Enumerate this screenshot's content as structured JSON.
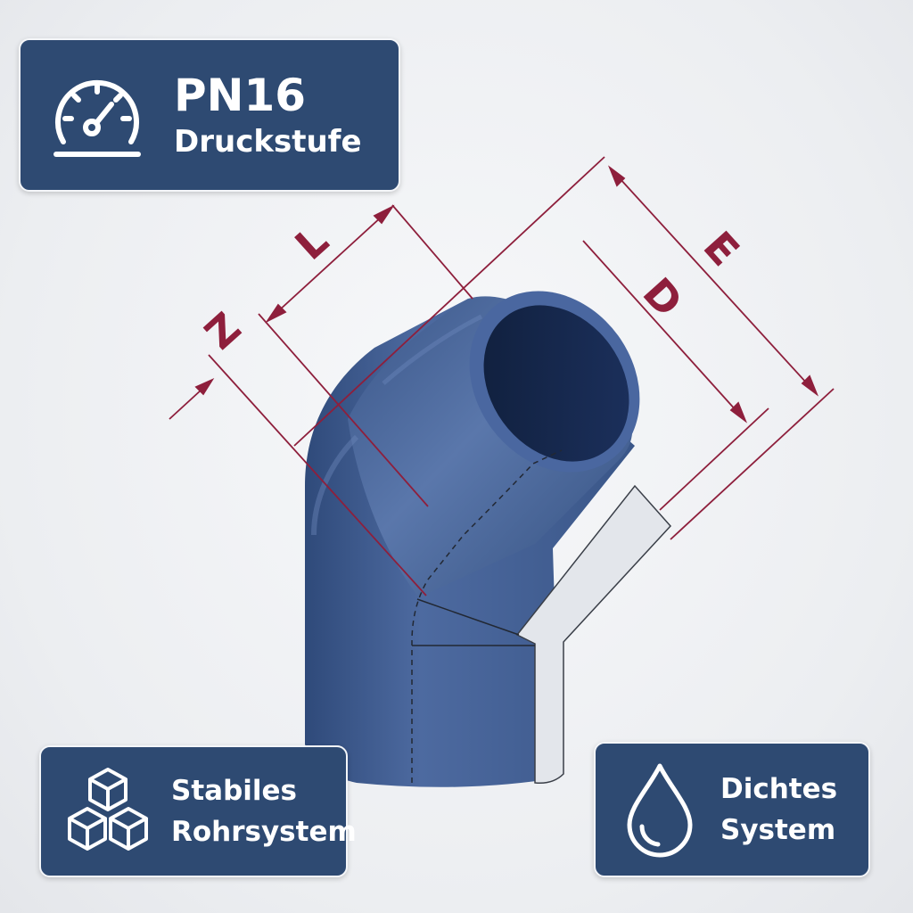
{
  "badges": {
    "pressure": {
      "line1": "PN16",
      "line2": "Druckstufe",
      "icon": "gauge-icon"
    },
    "stable": {
      "line1": "Stabiles",
      "line2": "Rohrsystem",
      "icon": "cubes-icon"
    },
    "tight": {
      "line1": "Dichtes",
      "line2": "System",
      "icon": "droplet-icon"
    }
  },
  "dimensions": {
    "l": "L",
    "z": "Z",
    "d": "D",
    "e": "E"
  },
  "colors": {
    "badge_bg": "#2e4a72",
    "badge_border": "#f4f6f9",
    "fitting": "#3f5a8f",
    "dimension_lines": "#8e1f3c"
  }
}
